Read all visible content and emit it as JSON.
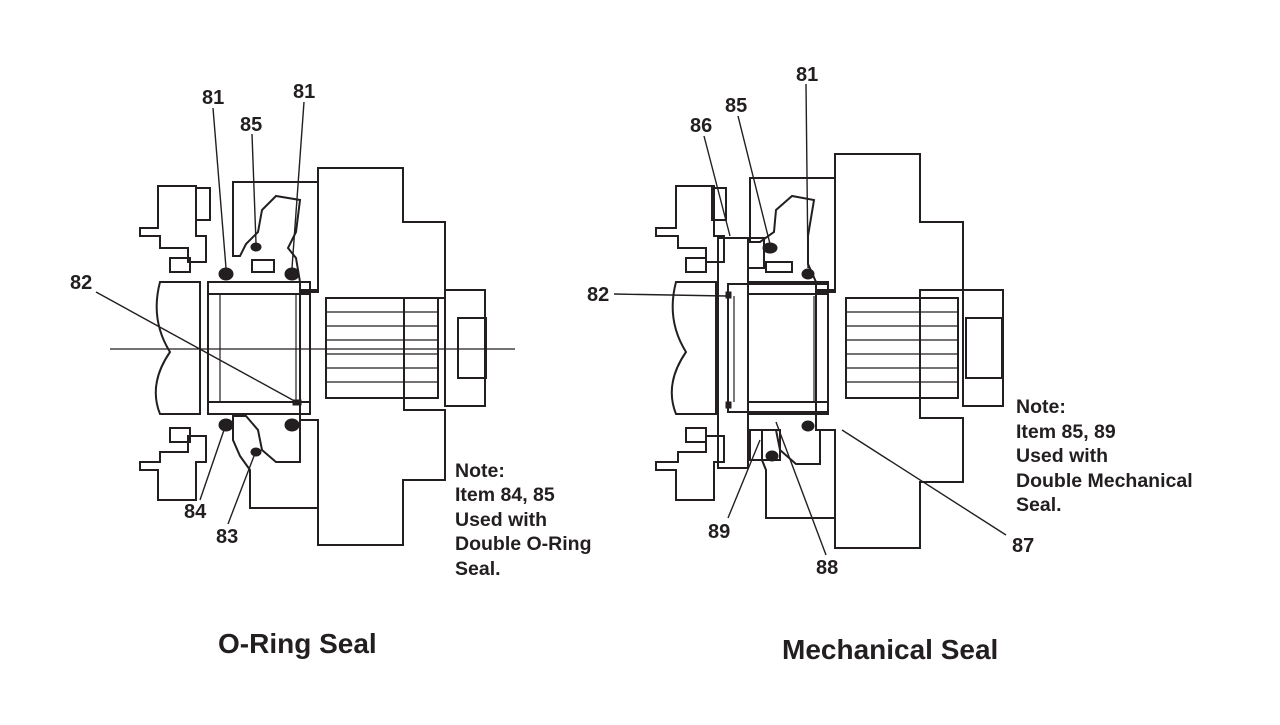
{
  "views": {
    "oring": {
      "title": "O-Ring Seal",
      "callouts": [
        "81",
        "81",
        "85",
        "82",
        "84",
        "83"
      ],
      "note": [
        "Note:",
        "Item 84, 85",
        "Used with",
        "Double O-Ring",
        "Seal."
      ]
    },
    "mech": {
      "title": "Mechanical Seal",
      "callouts": [
        "81",
        "85",
        "86",
        "82",
        "89",
        "88",
        "87"
      ],
      "note": [
        "Note:",
        "Item 85, 89",
        "Used with",
        "Double Mechanical",
        "Seal."
      ]
    }
  }
}
